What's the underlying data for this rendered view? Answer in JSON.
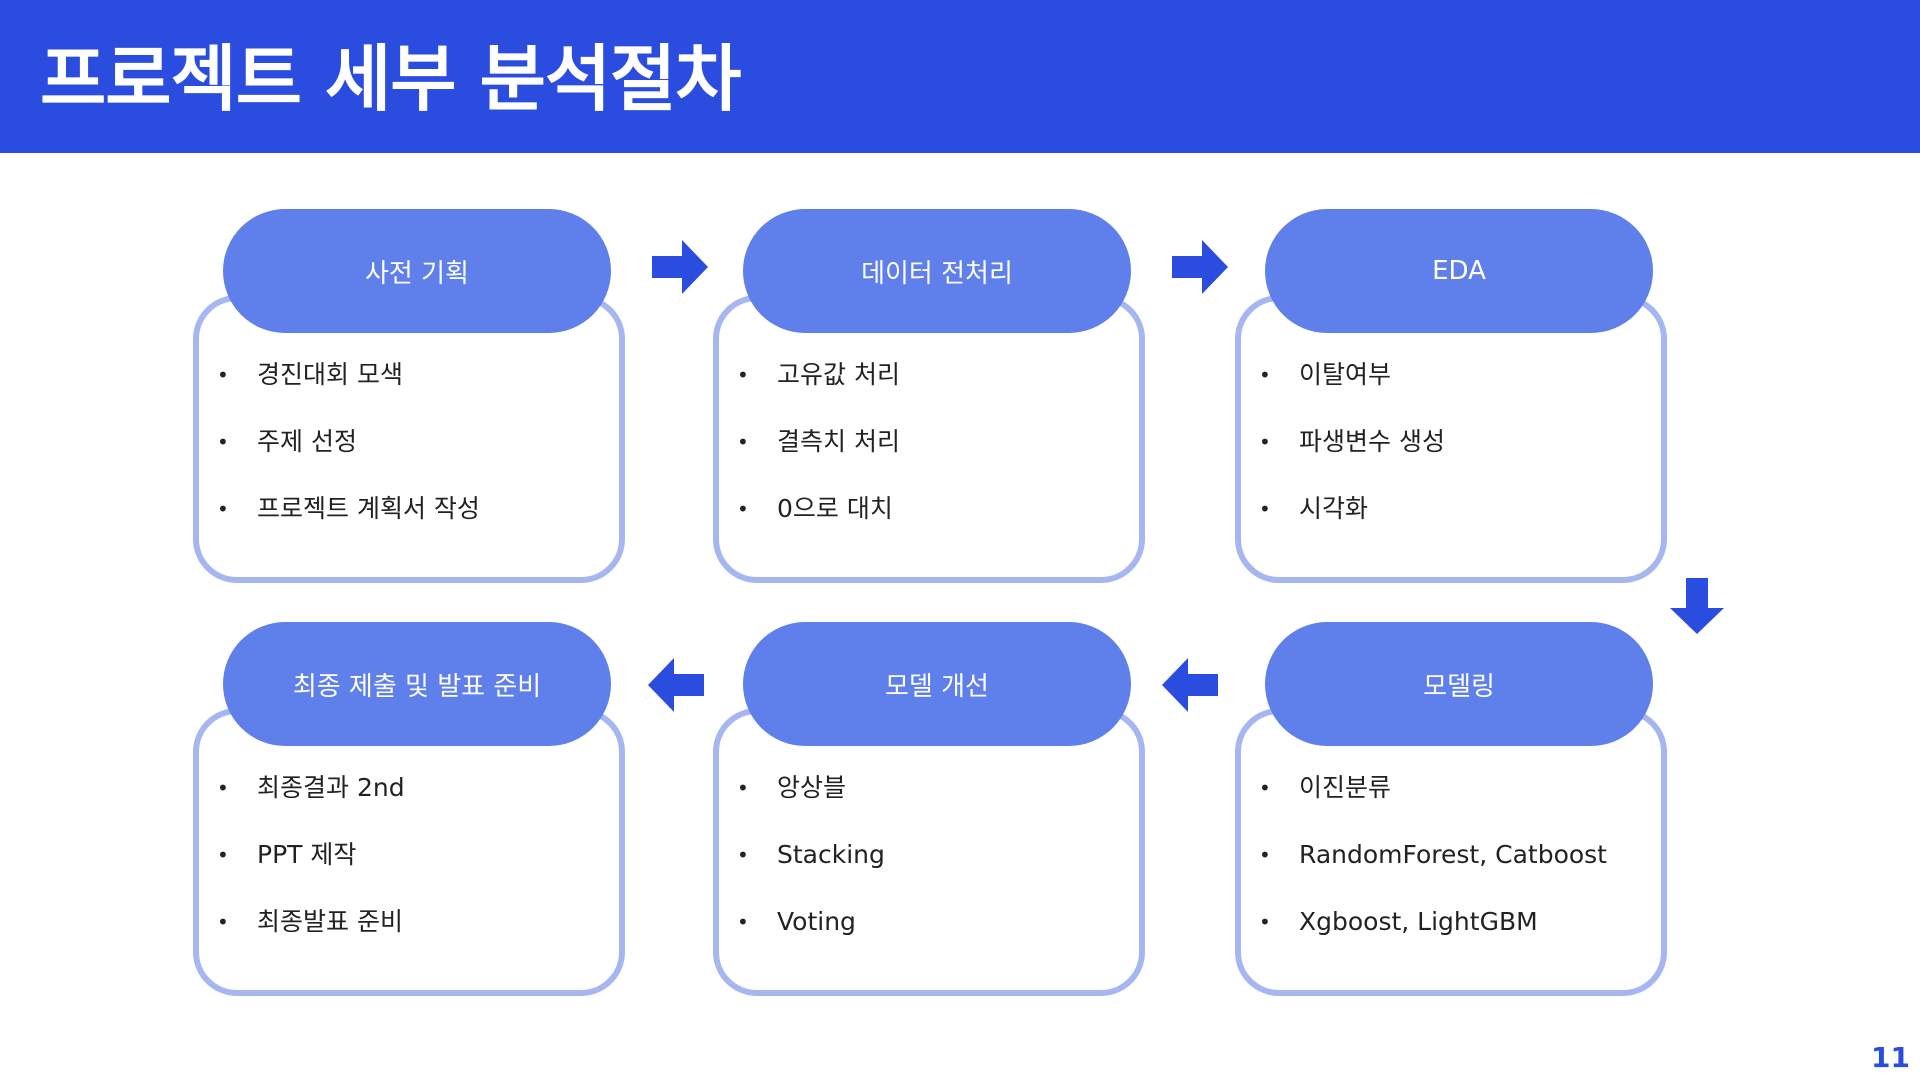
{
  "title": "프로젝트 세부 분석절차",
  "page_number": "11",
  "colors": {
    "accent": "#2a4cdf",
    "card_header": "#5f7fea",
    "card_border": "#a5b6f0"
  },
  "steps": [
    {
      "title": "사전 기획",
      "items": [
        "경진대회 모색",
        "주제 선정",
        "프로젝트 계획서 작성"
      ]
    },
    {
      "title": "데이터 전처리",
      "items": [
        "고유값 처리",
        "결측치 처리",
        "0으로 대치"
      ]
    },
    {
      "title": "EDA",
      "items": [
        "이탈여부",
        "파생변수 생성",
        "시각화"
      ]
    },
    {
      "title": "최종 제출 및 발표 준비",
      "items": [
        "최종결과 2nd",
        "PPT 제작",
        "최종발표 준비"
      ]
    },
    {
      "title": "모델 개선",
      "items": [
        "앙상블",
        "Stacking",
        "Voting"
      ]
    },
    {
      "title": "모델링",
      "items": [
        "이진분류",
        "RandomForest, Catboost",
        "Xgboost, LightGBM"
      ]
    }
  ],
  "arrows": [
    "right-arrow-icon",
    "right-arrow-icon",
    "down-arrow-icon",
    "left-arrow-icon",
    "left-arrow-icon"
  ]
}
